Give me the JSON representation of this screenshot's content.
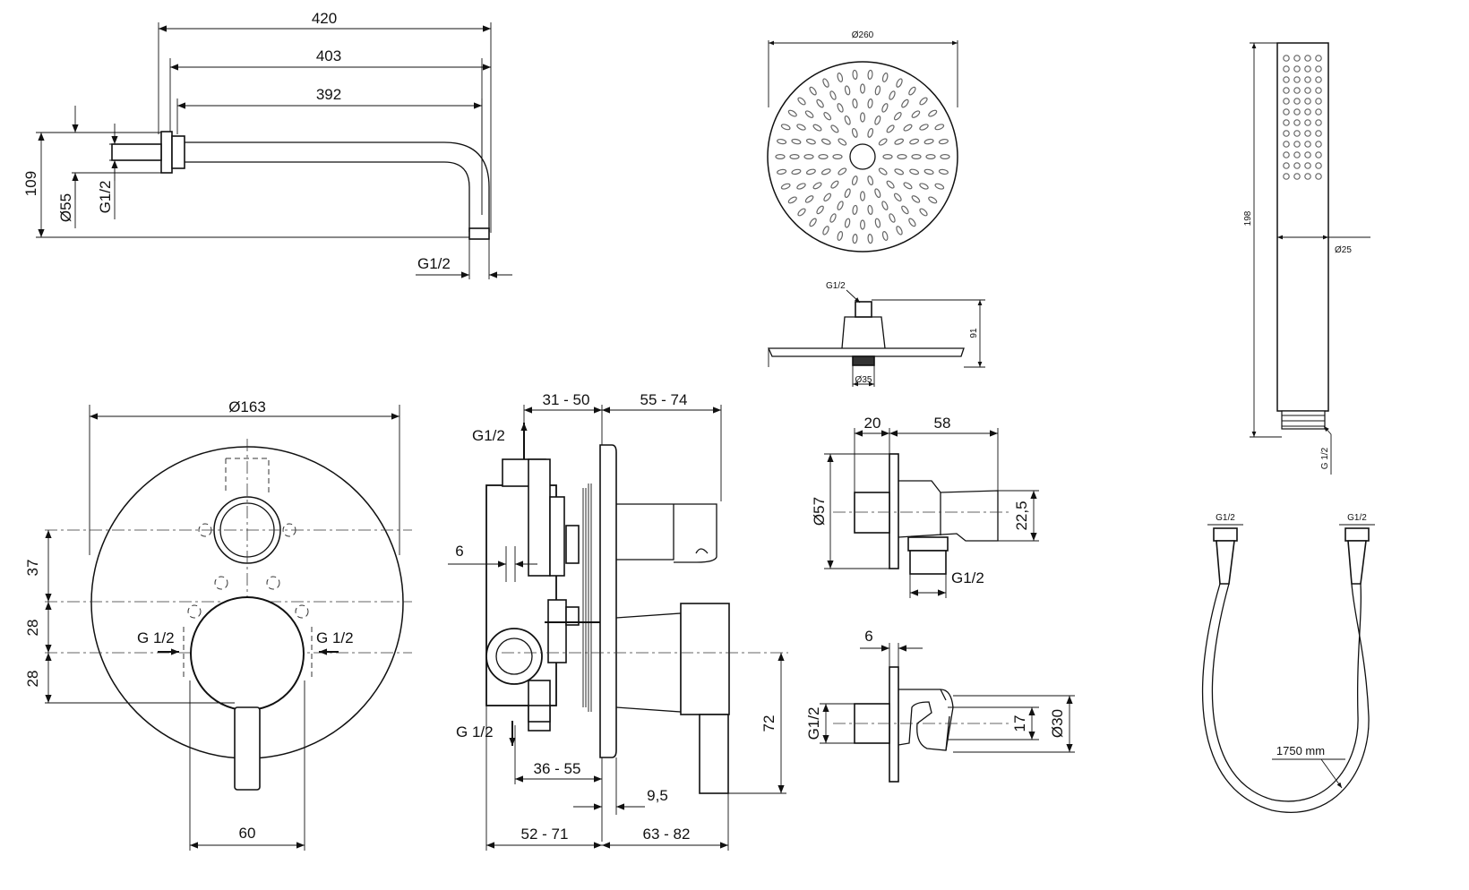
{
  "shower_arm": {
    "length_total": "420",
    "length_mid": "403",
    "length_short": "392",
    "height": "109",
    "flange_diameter": "Ø55",
    "inlet_thread": "G1/2",
    "outlet_thread": "G1/2"
  },
  "overhead_shower": {
    "diameter": "Ø260",
    "inlet_thread": "G1/2",
    "height": "91",
    "connector_diameter": "Ø35"
  },
  "hand_shower": {
    "length": "198",
    "diameter": "Ø25",
    "thread": "G 1/2"
  },
  "mixer_front": {
    "rosette_diameter": "Ø163",
    "offset_1": "37",
    "offset_2": "28",
    "offset_3": "28",
    "inlet_left": "G 1/2",
    "inlet_right": "G 1/2",
    "width_60": "60"
  },
  "mixer_side": {
    "outlet_top": "G1/2",
    "outlet_bottom": "G 1/2",
    "depth_a": "31 - 50",
    "depth_b": "55 - 74",
    "depth_c": "36 - 55",
    "depth_d": "52 - 71",
    "depth_e": "63 - 82",
    "plate": "9,5",
    "thickness": "6",
    "height_72": "72"
  },
  "wall_outlet_holder": {
    "dim_20": "20",
    "dim_58": "58",
    "diameter_57": "Ø57",
    "dim_22_5": "22,5",
    "thread": "G1/2"
  },
  "wall_holder": {
    "dim_6": "6",
    "thread": "G1/2",
    "dim_17": "17",
    "diameter_30": "Ø30"
  },
  "hose": {
    "thread_left": "G1/2",
    "thread_right": "G1/2",
    "length": "1750 mm"
  }
}
